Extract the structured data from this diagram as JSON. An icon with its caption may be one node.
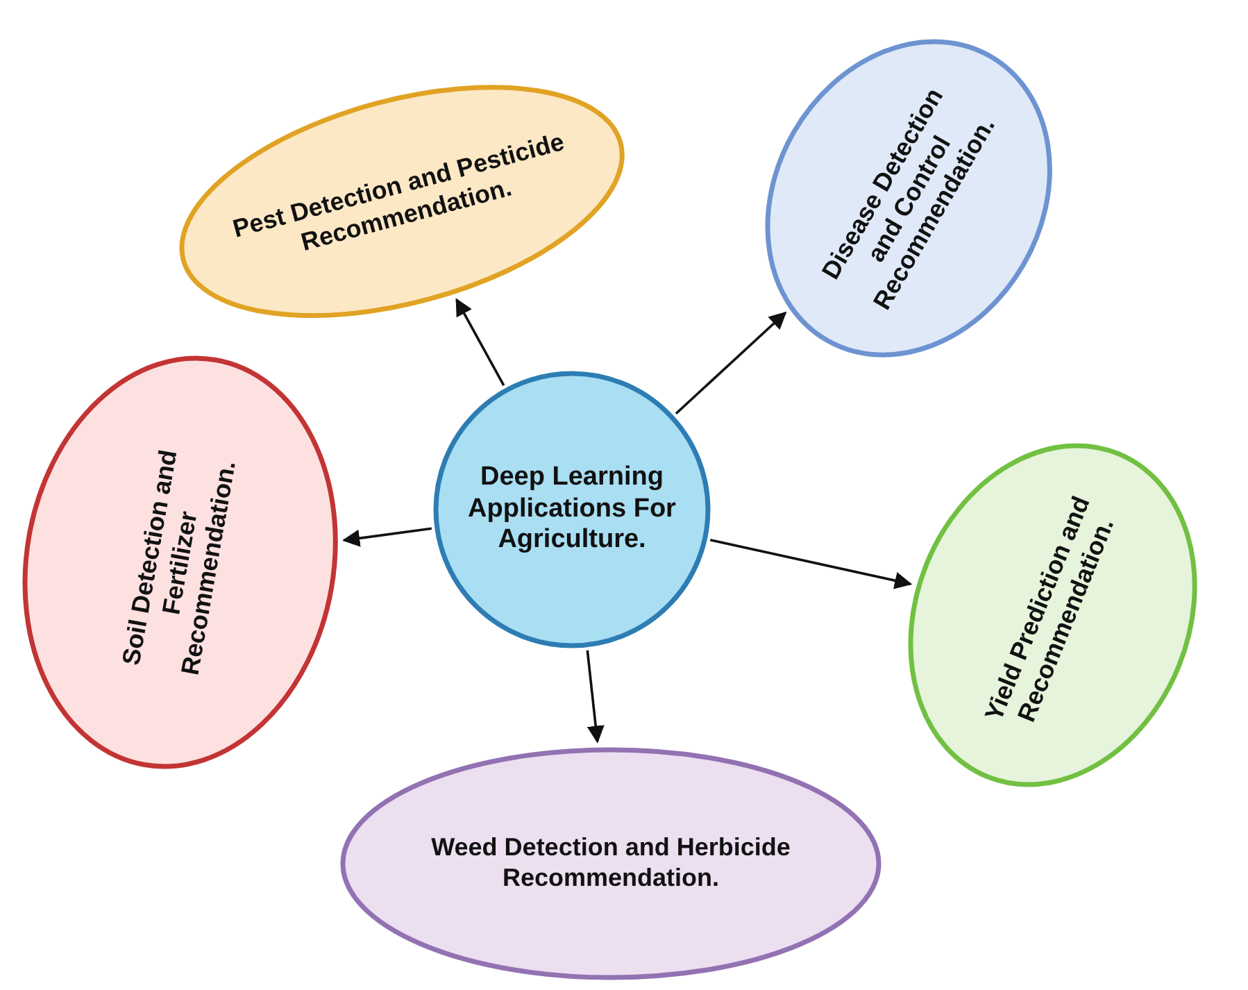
{
  "diagram": {
    "nodes": [
      {
        "text": [
          "Deep Learning Applications For Agriculture."
        ]
      },
      {
        "text": [
          "Pest Detection and Pesticide Recommendation."
        ]
      },
      {
        "text": [
          "Disease Detection and Control Recommendation."
        ]
      },
      {
        "text": [
          "Soil Detection and Fertilizer Recommendation."
        ]
      },
      {
        "text": [
          "Yield Prediction and Recommendation."
        ]
      },
      {
        "text": [
          "Weed Detection and Herbicide Recommendation."
        ]
      }
    ],
    "edges": [
      {
        "from": 0,
        "to": 1,
        "arrow": "to"
      },
      {
        "from": 0,
        "to": 2,
        "arrow": "to"
      },
      {
        "from": 0,
        "to": 3,
        "arrow": "to"
      },
      {
        "from": 0,
        "to": 4,
        "arrow": "to"
      },
      {
        "from": 0,
        "to": 5,
        "arrow": "to"
      }
    ]
  }
}
